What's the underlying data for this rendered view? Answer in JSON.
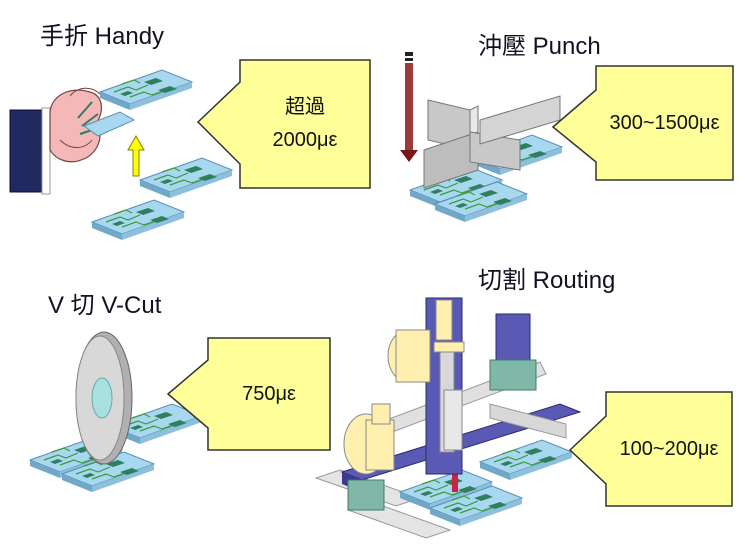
{
  "panels": {
    "handy": {
      "title": "手折 Handy",
      "strain_line1": "超過",
      "strain_line2": "2000με"
    },
    "punch": {
      "title": "沖壓 Punch",
      "strain": "300~1500με"
    },
    "vcut": {
      "title": "V 切 V-Cut",
      "strain": "750με"
    },
    "routing": {
      "title": "切割 Routing",
      "strain": "100~200με"
    }
  },
  "colors": {
    "callout_fill": "#ffff99",
    "board_fill": "#a8d8f0",
    "chip_fill": "#2f7f5f",
    "arrow_yellow": "#ffff00",
    "machine_purple": "#5a5ab4",
    "machine_cream": "#fff0b0",
    "punch_arrow": "#7a1818"
  }
}
